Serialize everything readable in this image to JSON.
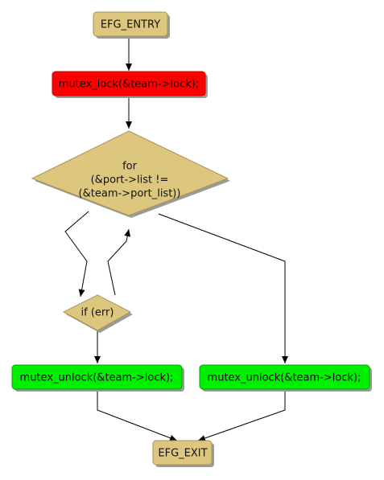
{
  "diagram": {
    "nodes": {
      "entry": {
        "label": "EFG_ENTRY"
      },
      "lock": {
        "label": "mutex_lock(&team->lock);"
      },
      "loop": {
        "lines": [
          "for",
          "(&port->list !=",
          "(&team->port_list))"
        ]
      },
      "if_err": {
        "label": "if (err)"
      },
      "unlock_left": {
        "label": "mutex_unlock(&team->lock);"
      },
      "unlock_right": {
        "label": "mutex_unlock(&team->lock);"
      },
      "exit": {
        "label": "EFG_EXIT"
      }
    }
  },
  "colors": {
    "terminal_fill": "#ddc77f",
    "decision_fill": "#ddc77f",
    "lock_fill": "#ff0000",
    "unlock_fill": "#00ee00",
    "shadow": "#9a9a9a",
    "stroke": "#000000"
  }
}
